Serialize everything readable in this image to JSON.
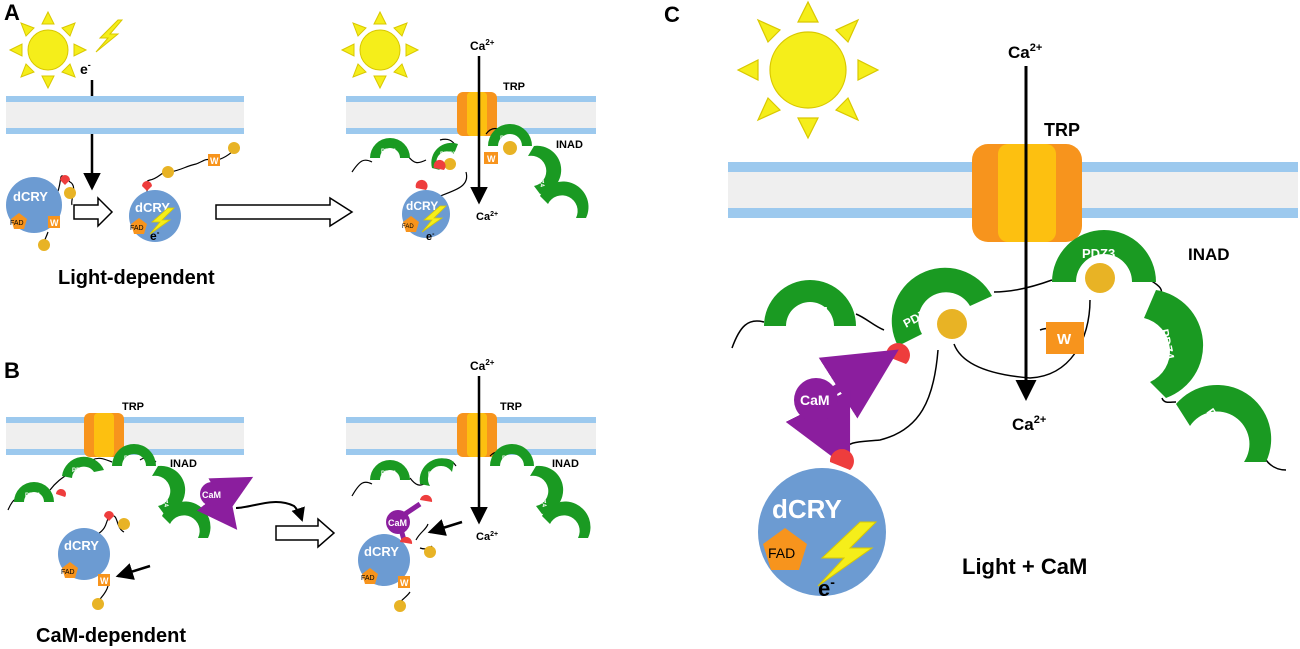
{
  "panels": {
    "a": "A",
    "b": "B",
    "c": "C"
  },
  "captions": {
    "light_dependent": "Light-dependent",
    "cam_dependent": "CaM-dependent",
    "light_cam": "Light + CaM"
  },
  "labels": {
    "trp": "TRP",
    "inad": "INAD",
    "dcry": "dCRY",
    "fad": "FAD",
    "w": "W",
    "cam": "CaM",
    "ca": "Ca",
    "ca_charge": "2+",
    "electron": "e",
    "electron_charge": "-",
    "pdz1": "PDZ1",
    "pdz2": "PDZ2",
    "pdz3": "PDZ3",
    "pdz4": "PDZ4",
    "pdz5": "PDZ5"
  },
  "colors": {
    "membrane_line": "#9cc9ee",
    "membrane_fill": "#efefef",
    "sun": "#f5ee1a",
    "sun_stroke": "#d9c800",
    "trp_outer": "#f7941d",
    "trp_inner": "#fdc010",
    "pdz": "#1a9a22",
    "dcry": "#6c9bd2",
    "fad": "#f7941d",
    "w_box": "#f7941d",
    "ligand": "#e8b325",
    "binding_site": "#ee3d3d",
    "cam": "#8b1e9e",
    "arrow": "#000000"
  }
}
